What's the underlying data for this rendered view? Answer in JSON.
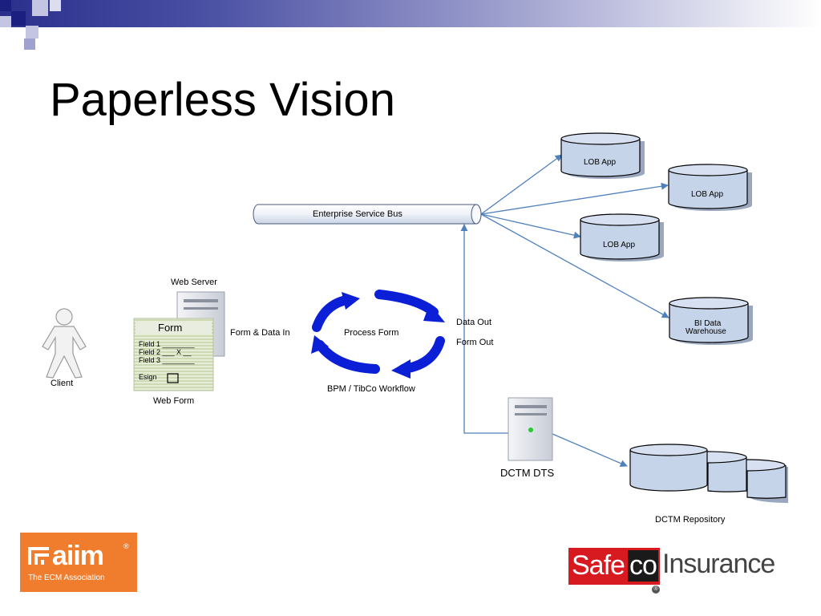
{
  "slide": {
    "title": "Paperless Vision"
  },
  "diagram": {
    "esb_label": "Enterprise Service Bus",
    "lob_app_1": "LOB App",
    "lob_app_2": "LOB App",
    "lob_app_3": "LOB App",
    "bi_warehouse_line1": "BI Data",
    "bi_warehouse_line2": "Warehouse",
    "web_server": "Web Server",
    "form_title": "Form",
    "form_field1": "Field 1 ________",
    "form_field2": "Field 2 ___ X __",
    "form_field3": "Field 3 ________",
    "form_esign": "Esign",
    "client": "Client",
    "web_form": "Web Form",
    "form_data_in": "Form & Data In",
    "process_form": "Process Form",
    "bpm_workflow": "BPM / TibCo Workflow",
    "data_out": "Data Out",
    "form_out": "Form Out",
    "dctm_dts": "DCTM DTS",
    "dctm_repository": "DCTM Repository"
  },
  "logos": {
    "aiim_brand": "aiim",
    "aiim_reg": "®",
    "aiim_tagline": "The ECM Association",
    "safeco_part1": "Safe",
    "safeco_part2": "co",
    "safeco_insurance": "Insurance",
    "safeco_reg": "®"
  },
  "colors": {
    "connector": "#4f81bd",
    "workflow_arrows": "#0a1fd6",
    "db_fill": "#c6d4ea",
    "aiim_orange": "#ef7d2d",
    "safeco_red": "#d71920"
  }
}
